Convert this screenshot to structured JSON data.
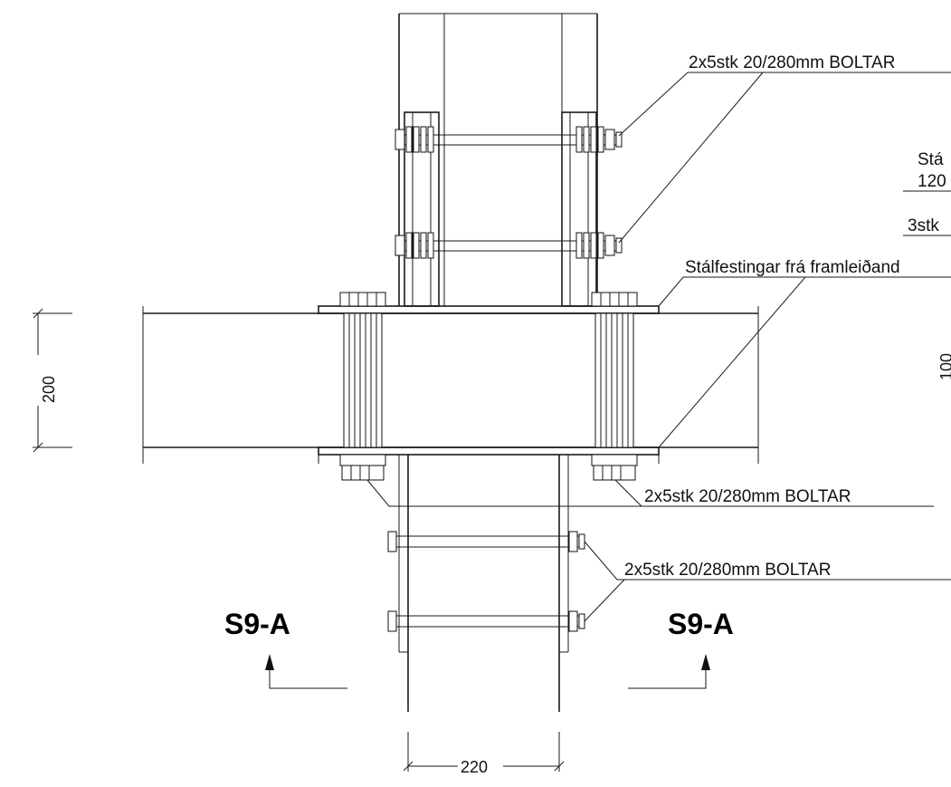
{
  "labels": {
    "bolts_top": "2x5stk 20/280mm BOLTAR",
    "bolts_mid": "2x5stk 20/280mm BOLTAR",
    "bolts_low": "2x5stk 20/280mm BOLTAR",
    "steel_fittings": "Stálfestingar frá framleiðand",
    "partial_1": "Stá",
    "partial_2": "120",
    "partial_3": "3stk",
    "partial_4": "100"
  },
  "dimensions": {
    "beam_depth": "200",
    "column_width": "220"
  },
  "section_marks": {
    "left": "S9-A",
    "right": "S9-A"
  }
}
